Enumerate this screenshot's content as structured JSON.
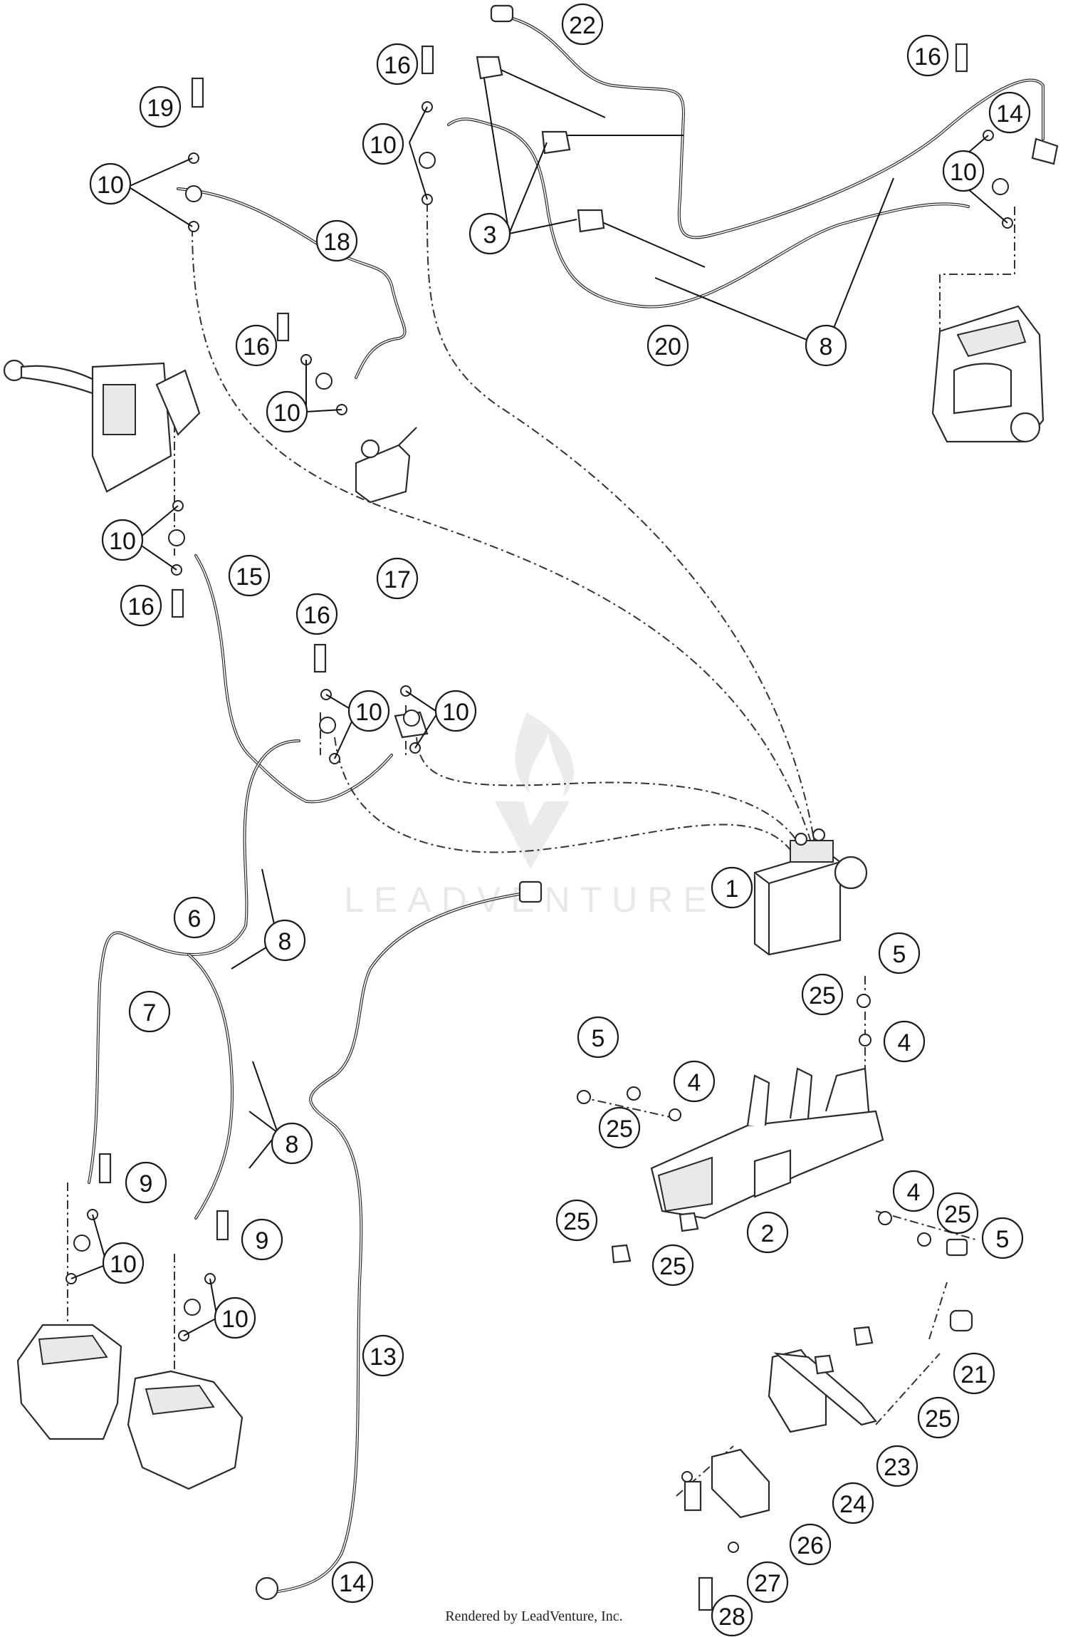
{
  "watermark": {
    "text": "LEADVENTURE"
  },
  "footer": {
    "credit": "Rendered by LeadVenture, Inc."
  },
  "callouts": [
    "22",
    "16",
    "16",
    "19",
    "10",
    "10",
    "14",
    "10",
    "3",
    "18",
    "8",
    "20",
    "16",
    "10",
    "10",
    "15",
    "16",
    "16",
    "17",
    "10",
    "10",
    "1",
    "6",
    "8",
    "7",
    "5",
    "25",
    "4",
    "5",
    "4",
    "25",
    "8",
    "9",
    "9",
    "10",
    "10",
    "25",
    "2",
    "4",
    "25",
    "5",
    "25",
    "13",
    "21",
    "25",
    "23",
    "24",
    "26",
    "14",
    "27",
    "28"
  ]
}
